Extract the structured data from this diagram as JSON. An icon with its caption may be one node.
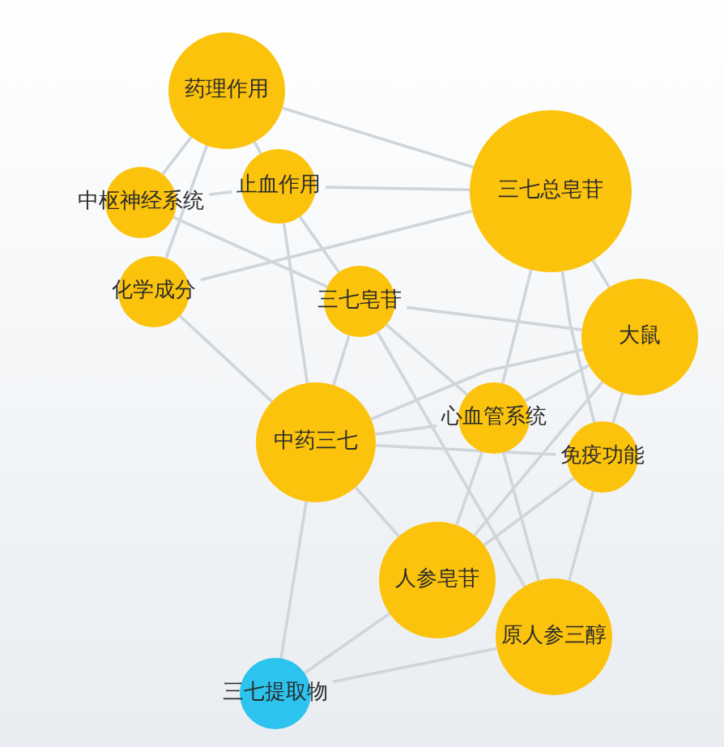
{
  "diagram": {
    "nodes": [
      {
        "text": [
          "药理作用"
        ]
      },
      {
        "text": [
          "三七总皂苷"
        ]
      },
      {
        "text": [
          "止血作用"
        ]
      },
      {
        "text": [
          "中枢神经系统"
        ]
      },
      {
        "text": [
          "化学成分"
        ]
      },
      {
        "text": [
          "三七皂苷"
        ]
      },
      {
        "text": [
          "大鼠"
        ]
      },
      {
        "text": [
          "中药三七"
        ]
      },
      {
        "text": [
          "心血管系统"
        ]
      },
      {
        "text": [
          "免疫功能"
        ]
      },
      {
        "text": [
          "人参皂苷"
        ]
      },
      {
        "text": [
          "原人参三醇"
        ]
      },
      {
        "text": [
          "三七提取物"
        ]
      }
    ],
    "edges": [
      {
        "from": 0,
        "to": 1,
        "arrow": "none"
      },
      {
        "from": 0,
        "to": 3,
        "arrow": "none"
      },
      {
        "from": 0,
        "to": 4,
        "arrow": "none"
      },
      {
        "from": 0,
        "to": 2,
        "arrow": "none"
      },
      {
        "from": 2,
        "to": 1,
        "arrow": "none"
      },
      {
        "from": 3,
        "to": 2,
        "arrow": "none"
      },
      {
        "from": 4,
        "to": 1,
        "arrow": "none"
      },
      {
        "from": 3,
        "to": 5,
        "arrow": "none"
      },
      {
        "from": 4,
        "to": 7,
        "arrow": "none"
      },
      {
        "from": 2,
        "to": 7,
        "arrow": "none"
      },
      {
        "from": 2,
        "to": 5,
        "arrow": "none"
      },
      {
        "from": 5,
        "to": 6,
        "arrow": "none"
      },
      {
        "from": 5,
        "to": 8,
        "arrow": "none"
      },
      {
        "from": 5,
        "to": 7,
        "arrow": "none"
      },
      {
        "from": 5,
        "to": 11,
        "arrow": "none"
      },
      {
        "from": 1,
        "to": 8,
        "arrow": "none"
      },
      {
        "from": 1,
        "to": 6,
        "arrow": "none"
      },
      {
        "from": 1,
        "to": 9,
        "arrow": "none"
      },
      {
        "from": 6,
        "to": 8,
        "arrow": "none"
      },
      {
        "from": 6,
        "to": 7,
        "arrow": "none"
      },
      {
        "from": 6,
        "to": 9,
        "arrow": "none"
      },
      {
        "from": 6,
        "to": 10,
        "arrow": "none"
      },
      {
        "from": 7,
        "to": 8,
        "arrow": "none"
      },
      {
        "from": 7,
        "to": 9,
        "arrow": "none"
      },
      {
        "from": 7,
        "to": 10,
        "arrow": "none"
      },
      {
        "from": 7,
        "to": 12,
        "arrow": "none"
      },
      {
        "from": 8,
        "to": 10,
        "arrow": "none"
      },
      {
        "from": 8,
        "to": 11,
        "arrow": "none"
      },
      {
        "from": 9,
        "to": 10,
        "arrow": "none"
      },
      {
        "from": 9,
        "to": 11,
        "arrow": "none"
      },
      {
        "from": 10,
        "to": 12,
        "arrow": "none"
      },
      {
        "from": 11,
        "to": 12,
        "arrow": "none"
      }
    ]
  }
}
